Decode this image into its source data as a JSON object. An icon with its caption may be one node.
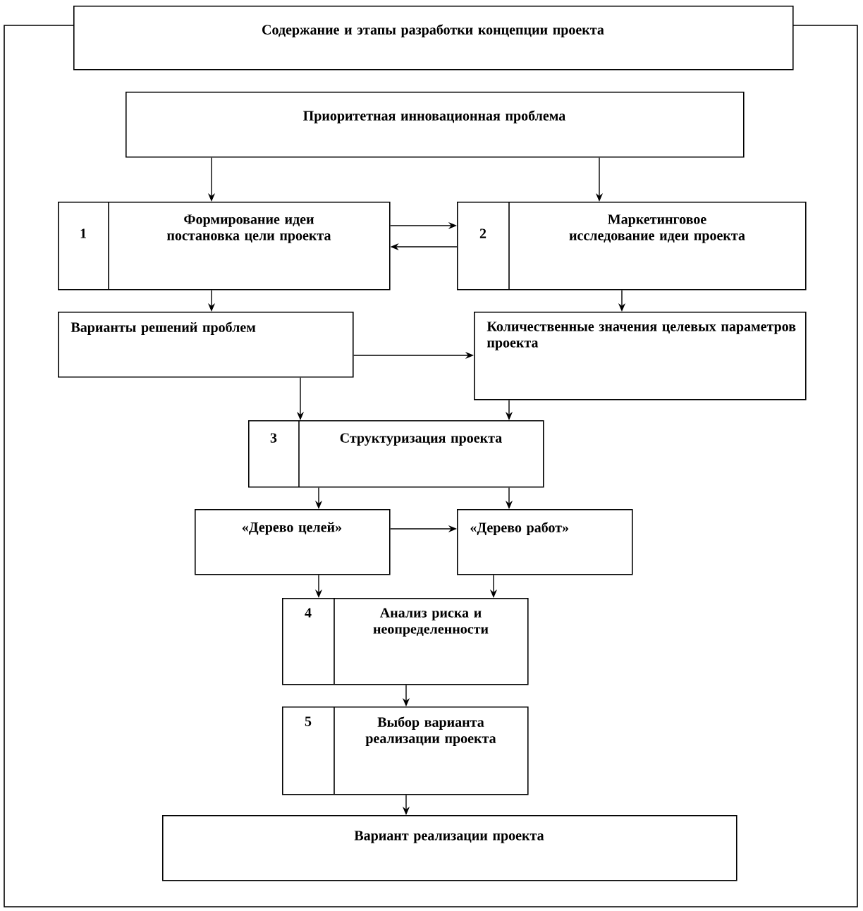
{
  "diagram": {
    "nodes": [
      {
        "text": [
          "Содержание и этапы разработки концепции проекта"
        ]
      },
      {
        "text": [
          "Приоритетная инновационная проблема"
        ]
      },
      {
        "text": [
          "1",
          "Формирование идеи постановка цели проекта"
        ]
      },
      {
        "text": [
          "2",
          "Маркетинговое исследование идеи проекта"
        ]
      },
      {
        "text": [
          "Варианты решений проблем"
        ]
      },
      {
        "text": [
          "Количественные значения целевых параметров проекта"
        ]
      },
      {
        "text": [
          "3",
          "Структуризация проекта"
        ]
      },
      {
        "text": [
          "«Дерево целей»"
        ]
      },
      {
        "text": [
          "«Дерево работ»"
        ]
      },
      {
        "text": [
          "4",
          "Анализ риска и неопределенности"
        ]
      },
      {
        "text": [
          "5",
          "Выбор варианта реализации проекта"
        ]
      },
      {
        "text": [
          "Вариант реализации проекта"
        ]
      }
    ],
    "edges": [
      {
        "from": 1,
        "to": 2,
        "arrow": "to"
      },
      {
        "from": 1,
        "to": 3,
        "arrow": "to"
      },
      {
        "from": 2,
        "to": 3,
        "arrow": "to"
      },
      {
        "from": 3,
        "to": 2,
        "arrow": "to"
      },
      {
        "from": 2,
        "to": 4,
        "arrow": "to"
      },
      {
        "from": 3,
        "to": 5,
        "arrow": "to"
      },
      {
        "from": 4,
        "to": 5,
        "arrow": "to"
      },
      {
        "from": 4,
        "to": 6,
        "arrow": "to"
      },
      {
        "from": 5,
        "to": 6,
        "arrow": "to"
      },
      {
        "from": 6,
        "to": 7,
        "arrow": "to"
      },
      {
        "from": 6,
        "to": 8,
        "arrow": "to"
      },
      {
        "from": 7,
        "to": 8,
        "arrow": "to"
      },
      {
        "from": 7,
        "to": 9,
        "arrow": "to"
      },
      {
        "from": 8,
        "to": 9,
        "arrow": "to"
      },
      {
        "from": 9,
        "to": 10,
        "arrow": "to"
      },
      {
        "from": 10,
        "to": 11,
        "arrow": "to"
      }
    ]
  }
}
